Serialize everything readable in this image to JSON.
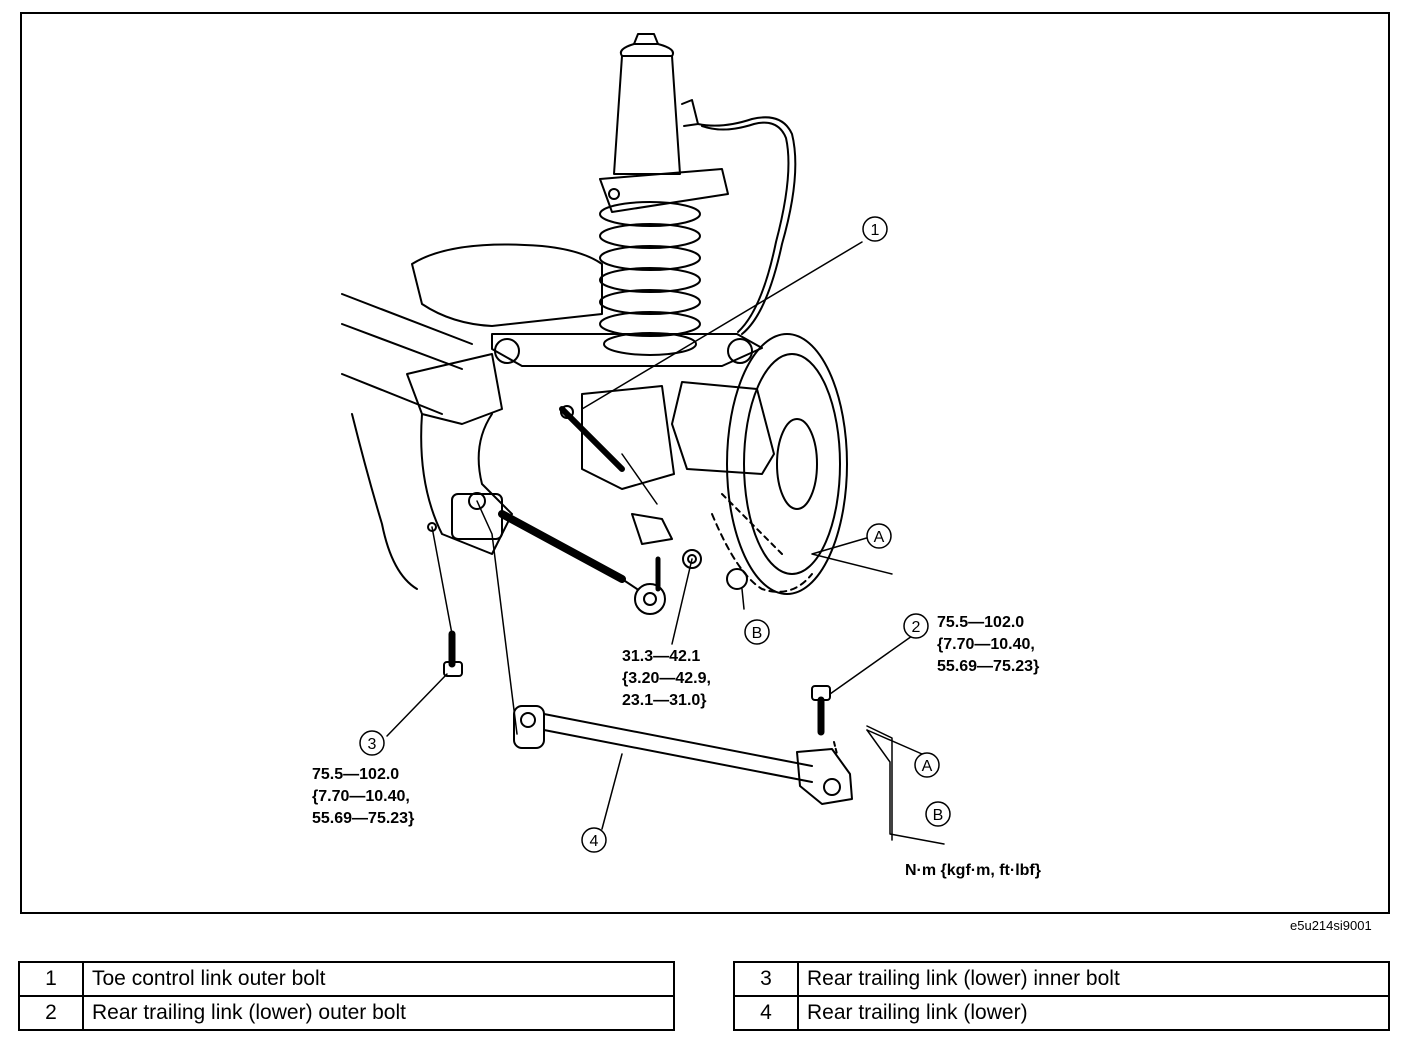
{
  "callouts": {
    "c1": "1",
    "c2": "2",
    "c3": "3",
    "c4": "4",
    "cA1": "A",
    "cB1": "B",
    "cA2": "A",
    "cB2": "B"
  },
  "torques": {
    "bolt1": [
      "31.3—42.1",
      "{3.20—42.9,",
      "23.1—31.0}"
    ],
    "bolt2": [
      "75.5—102.0",
      "{7.70—10.40,",
      "55.69—75.23}"
    ],
    "bolt3": [
      "75.5—102.0",
      "{7.70—10.40,",
      "55.69—75.23}"
    ]
  },
  "units_note": "N·m {kgf·m, ft·lbf}",
  "figure_code": "e5u214si9001",
  "legend": [
    {
      "num": "1",
      "label": "Toe control link outer bolt"
    },
    {
      "num": "2",
      "label": "Rear trailing link (lower) outer bolt"
    },
    {
      "num": "3",
      "label": "Rear trailing link (lower) inner bolt"
    },
    {
      "num": "4",
      "label": "Rear trailing link (lower)"
    }
  ]
}
